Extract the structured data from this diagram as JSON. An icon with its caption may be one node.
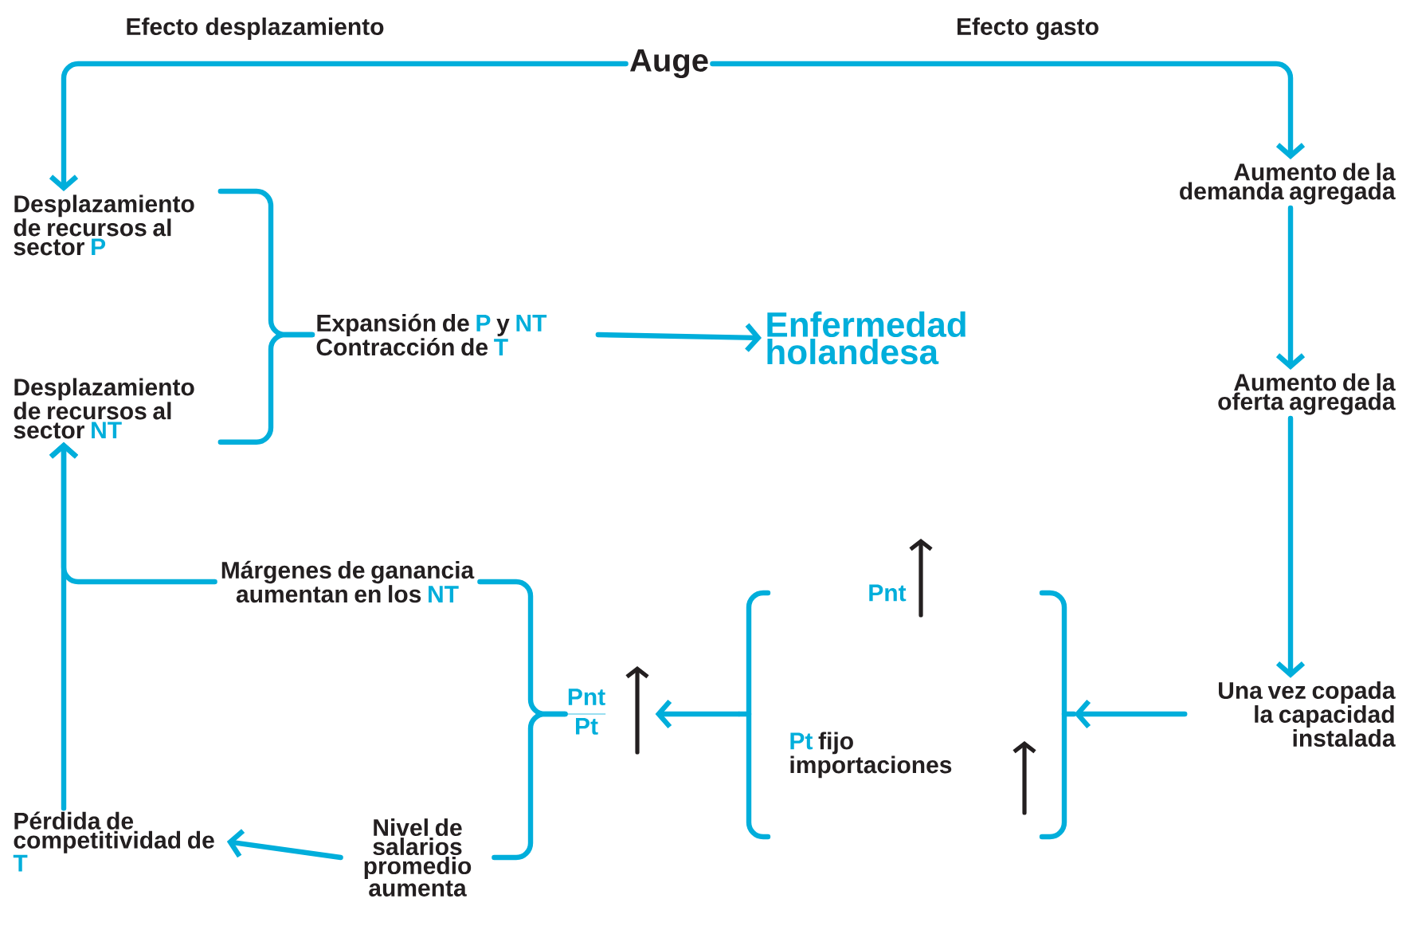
{
  "diagram": {
    "nodes": [
      {
        "text": [
          "Auge"
        ]
      },
      {
        "text": [
          "Desplazamiento de recursos al sector **P**"
        ]
      },
      {
        "text": [
          "Aumento de la demanda agregada"
        ]
      },
      {
        "text": [
          "Expansión de **P** y **NT** Contracción de **T**"
        ]
      },
      {
        "text": [
          "Enfermedad holandesa"
        ]
      },
      {
        "text": [
          "Desplazamiento de recursos al sector **NT**"
        ]
      },
      {
        "text": [
          "Aumento de la oferta agregada"
        ]
      },
      {
        "text": [
          "Pnt",
          "**Pt** fijo importaciones"
        ]
      },
      {
        "text": [
          "Márgenes de ganancia aumentan en los **NT**"
        ]
      },
      {
        "text": [
          "Pnt",
          "Pt"
        ]
      },
      {
        "text": [
          "Una vez copada la capacidad instalada"
        ]
      },
      {
        "text": [
          "Pérdida de competitividad de **T**"
        ]
      },
      {
        "text": [
          "Nivel de salarios promedio aumenta"
        ]
      }
    ],
    "edges": [
      {
        "from": 0,
        "to": 1,
        "arrow": "to",
        "label": "Efecto desplazamiento"
      },
      {
        "from": 0,
        "to": 2,
        "arrow": "to",
        "label": "Efecto gasto"
      },
      {
        "from": 2,
        "to": 6,
        "arrow": "to"
      },
      {
        "from": 6,
        "to": 10,
        "arrow": "to"
      },
      {
        "from": 10,
        "to": 7,
        "arrow": "to"
      },
      {
        "from": 7,
        "to": 9,
        "arrow": "to"
      },
      {
        "from": 9,
        "to": 8,
        "arrow": "none"
      },
      {
        "from": 9,
        "to": 12,
        "arrow": "none"
      },
      {
        "from": 12,
        "to": 11,
        "arrow": "to"
      },
      {
        "from": 11,
        "to": 5,
        "arrow": "to"
      },
      {
        "from": 8,
        "to": 5,
        "arrow": "to"
      },
      {
        "from": 1,
        "to": 3,
        "arrow": "none"
      },
      {
        "from": 5,
        "to": 3,
        "arrow": "none"
      },
      {
        "from": 3,
        "to": 4,
        "arrow": "to"
      }
    ]
  }
}
